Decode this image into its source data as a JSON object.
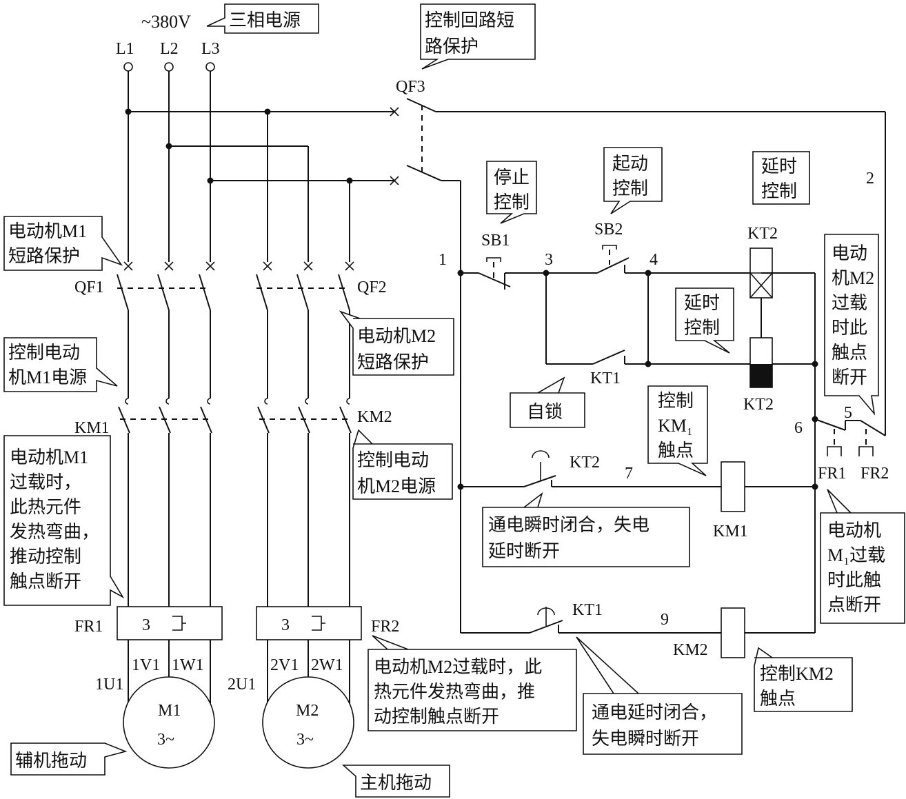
{
  "supply": {
    "voltage": "~380V",
    "phases": [
      "L1",
      "L2",
      "L3"
    ],
    "note": "三相电源"
  },
  "labels": {
    "qf1": "QF1",
    "qf2": "QF2",
    "qf3": "QF3",
    "km1": "KM1",
    "km2": "KM2",
    "fr1": "FR1",
    "fr2": "FR2",
    "fr1_small": "FR1",
    "fr2_small": "FR2",
    "sb1": "SB1",
    "sb2": "SB2",
    "kt1_contact": "KT1",
    "kt2_coil_top": "KT2",
    "kt2_coil_bottom": "KT2",
    "kt2_contact": "KT2",
    "kt1_timed": "KT1",
    "km1_coil": "KM1",
    "km2_coil": "KM2",
    "fr_heater_1": "3",
    "fr_heater_2": "3",
    "m1_terms": [
      "1U1",
      "1V1",
      "1W1"
    ],
    "m2_terms": [
      "2U1",
      "2V1",
      "2W1"
    ],
    "motor1_name": "M1",
    "motor1_phase": "3~",
    "motor2_name": "M2",
    "motor2_phase": "3~",
    "nodes": [
      "1",
      "2",
      "3",
      "4",
      "5",
      "6",
      "7",
      "9"
    ]
  },
  "notes": {
    "qf3_protect": [
      "控制回路短",
      "路保护"
    ],
    "stop": [
      "停止",
      "控制"
    ],
    "start": [
      "起动",
      "控制"
    ],
    "delay_top": [
      "延时",
      "控制"
    ],
    "delay_mid": [
      "延时",
      "控制"
    ],
    "m1_short": [
      "电动机M1",
      "短路保护"
    ],
    "m2_short": [
      "电动机M2",
      "短路保护"
    ],
    "km1_power": [
      "控制电动",
      "机M1电源"
    ],
    "km2_power": [
      "控制电动",
      "机M2电源"
    ],
    "self_lock": "自锁",
    "control_km1": [
      "控制",
      "KM₁",
      "触点"
    ],
    "m2_overload_right": [
      "电动",
      "机M2",
      "过载",
      "时此",
      "触点",
      "断开"
    ],
    "m1_overload_left": [
      "电动机M1",
      "过载时，",
      "此热元件",
      "发热弯曲，",
      "推动控制",
      "触点断开"
    ],
    "kt2_instant": [
      "通电瞬时闭合，失电",
      "延时断开"
    ],
    "m1_overload_right": [
      "电动机",
      "M₁过载",
      "时此触",
      "点断开"
    ],
    "m2_overload_bottom": [
      "电动机M2过载时，此",
      "热元件发热弯曲，推",
      "动控制触点断开"
    ],
    "kt1_delay": [
      "通电延时闭合，",
      "失电瞬时断开"
    ],
    "control_km2": [
      "控制KM2",
      "触点"
    ],
    "aux_drive": "辅机拖动",
    "main_drive": "主机拖动"
  }
}
